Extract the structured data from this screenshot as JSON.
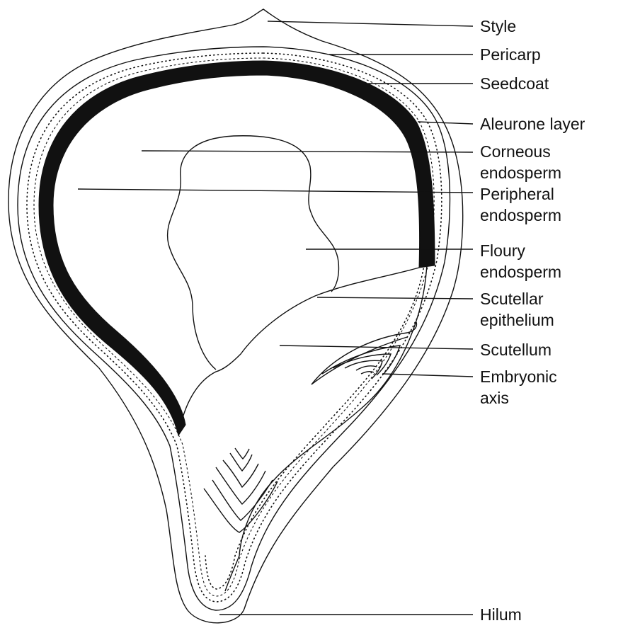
{
  "labels": {
    "style": "Style",
    "pericarp": "Pericarp",
    "seedcoat": "Seedcoat",
    "aleurone": "Aleurone layer",
    "corneous_1": "Corneous",
    "corneous_2": "endosperm",
    "peripheral_1": "Peripheral",
    "peripheral_2": "endosperm",
    "floury_1": "Floury",
    "floury_2": "endosperm",
    "scutellar_1": "Scutellar",
    "scutellar_2": "epithelium",
    "scutellum": "Scutellum",
    "embryonic_1": "Embryonic",
    "embryonic_2": "axis",
    "hilum": "Hilum"
  }
}
